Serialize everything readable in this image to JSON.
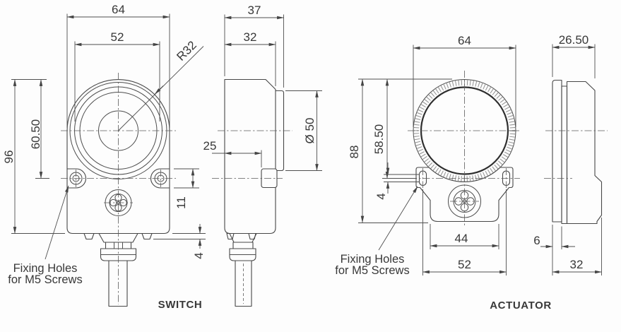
{
  "labels": {
    "switch_view": "SWITCH",
    "actuator_view": "ACTUATOR"
  },
  "notes": {
    "fixing_line1": "Fixing Holes",
    "fixing_line2": "for M5 Screws"
  },
  "switch": {
    "front": {
      "width_overall": "64",
      "ring_width": "52",
      "dome_radius": "R32",
      "height_overall": "96",
      "hole_center_height": "60.50",
      "tab_height": "11",
      "foot_height": "4"
    },
    "side": {
      "depth_overall": "37",
      "body_depth": "32",
      "tab_offset": "25",
      "face_diameter": "Ø 50"
    }
  },
  "actuator": {
    "front": {
      "width_overall": "64",
      "height_overall": "88",
      "slot_center_height": "58.50",
      "slot_width": "4",
      "base_width": "44",
      "slot_spacing": "52"
    },
    "side": {
      "front_depth": "26.50",
      "flange_depth": "6",
      "depth_overall": "32"
    }
  }
}
